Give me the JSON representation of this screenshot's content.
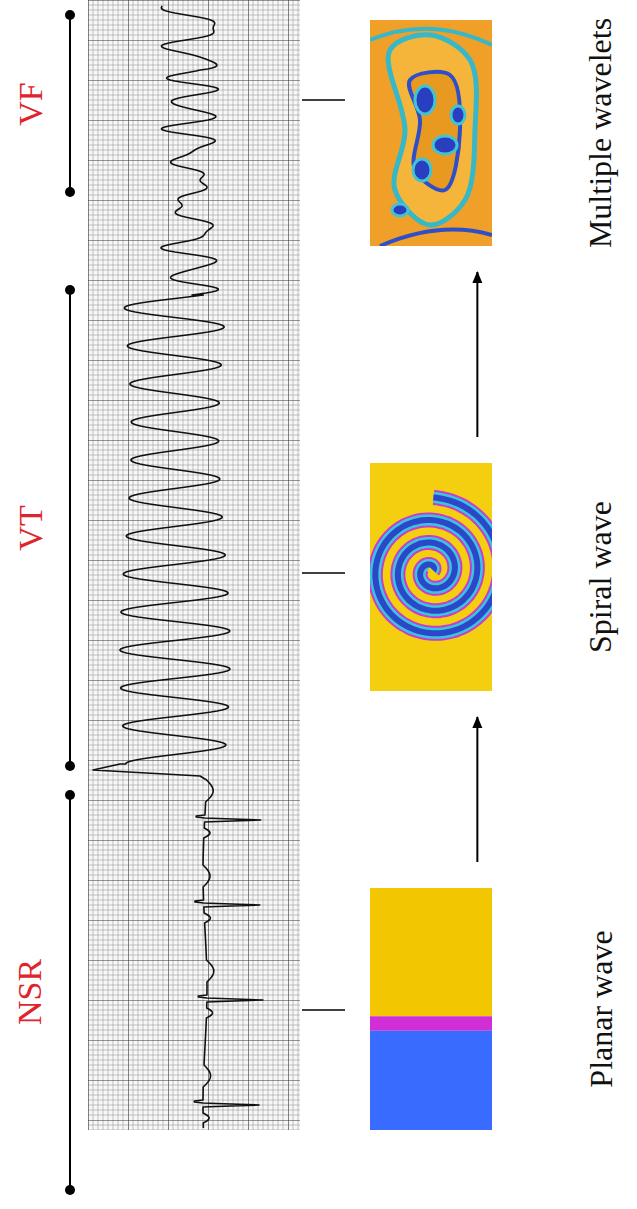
{
  "diagram": {
    "nodes": [
      {
        "text": [
          "Planar wave"
        ]
      },
      {
        "text": [
          "Spiral wave"
        ]
      },
      {
        "text": [
          "Multiple wavelets"
        ]
      }
    ],
    "edges": [
      {
        "from": 0,
        "to": 1,
        "arrow": "to"
      },
      {
        "from": 1,
        "to": 2,
        "arrow": "to"
      }
    ],
    "labels": [
      "NSR",
      "VT",
      "VF"
    ]
  }
}
